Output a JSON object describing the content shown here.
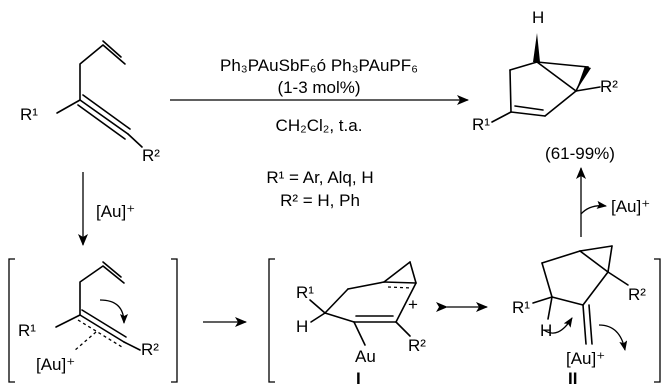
{
  "reaction": {
    "catalyst": "Ph₃PAuSbF₆ó Ph₃PAuPF₆",
    "loading": "(1-3 mol%)",
    "solvent": "CH₂Cl₂, t.a.",
    "yield": "(61-99%)"
  },
  "scope": {
    "r1": "R¹ = Ar, Alq, H",
    "r2": "R² = H, Ph"
  },
  "labels": {
    "R1": "R¹",
    "R2": "R²",
    "H": "H",
    "Au": "Au",
    "au_cation": "[Au]⁺",
    "plus": "+"
  },
  "intermediates": {
    "first": "I",
    "second": "II"
  }
}
